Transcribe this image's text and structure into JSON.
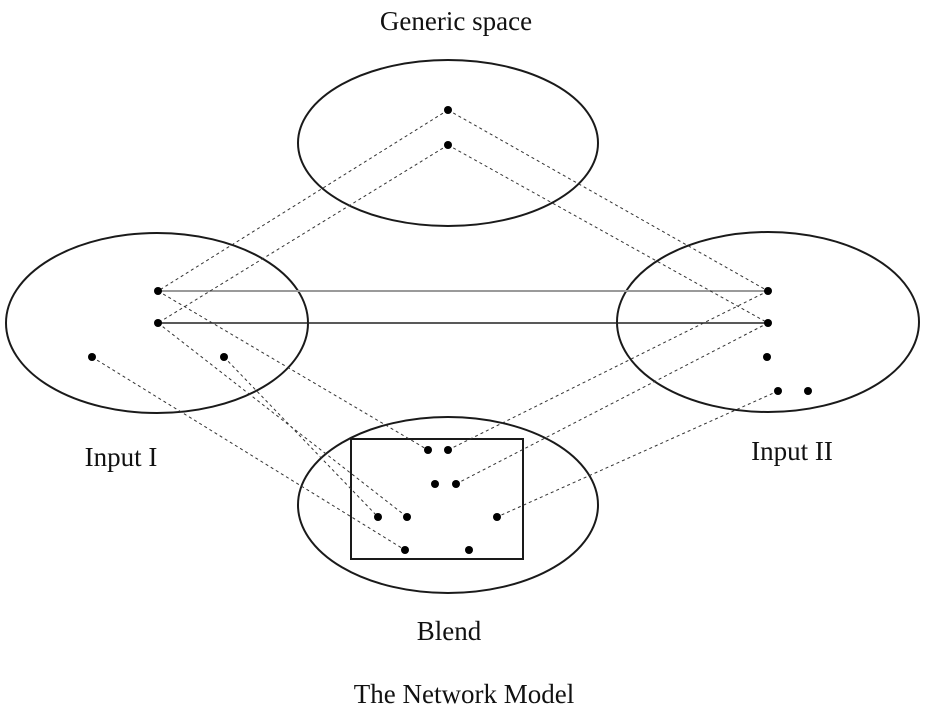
{
  "diagram": {
    "spaces": {
      "generic": "Generic space",
      "input1": "Input I",
      "input2": "Input II",
      "blend": "Blend"
    },
    "caption": "The Network Model"
  }
}
